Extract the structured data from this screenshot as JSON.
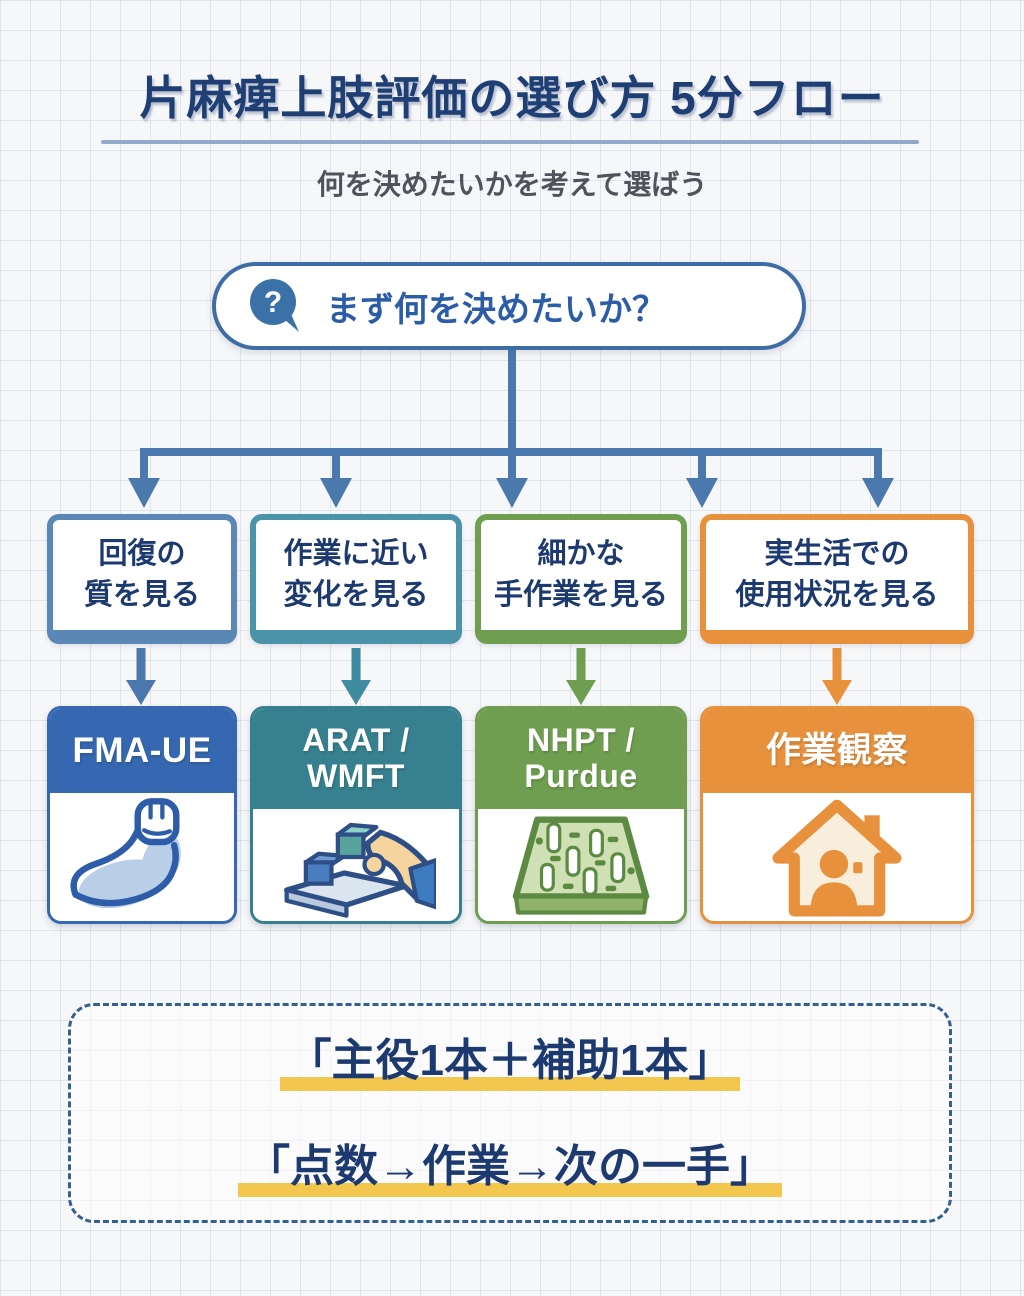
{
  "page": {
    "title": "片麻痺上肢評価の選び方 5分フロー",
    "subtitle": "何を決めたいかを考えて選ばう"
  },
  "question": {
    "icon": "question-speech-bubble-icon",
    "icon_glyph": "?",
    "label": "まず何を決めたいか？"
  },
  "branches": [
    {
      "box_line1": "回復の",
      "box_line2": "質を見る",
      "tool_line1": "FMA-UE",
      "tool_line2": "",
      "icon": "flexed-arm-icon",
      "border_color": "#5b87b5",
      "header_color": "#3568b0",
      "arrow_color": "#4b79ae"
    },
    {
      "box_line1": "作業に近い",
      "box_line2": "変化を見る",
      "tool_line1": "ARAT /",
      "tool_line2": "WMFT",
      "icon": "hand-grasping-blocks-icon",
      "border_color": "#4b93a8",
      "header_color": "#37808f",
      "arrow_color": "#3f8ba0"
    },
    {
      "box_line1": "細かな",
      "box_line2": "手作業を見る",
      "tool_line1": "NHPT /",
      "tool_line2": "Purdue",
      "icon": "pegboard-icon",
      "border_color": "#6f9e50",
      "header_color": "#6f9e50",
      "arrow_color": "#6f9e50"
    },
    {
      "box_line1": "実生活での",
      "box_line2": "使用状況を見る",
      "tool_line1": "作業観察",
      "tool_line2": "",
      "icon": "house-with-person-icon",
      "border_color": "#e8913d",
      "header_color": "#e8913d",
      "arrow_color": "#e8913d"
    }
  ],
  "summary": {
    "line1": "「主役1本＋補助1本」",
    "line2": "「点数→作業→次の一手」",
    "highlight_color": "#f3c64e"
  },
  "colors": {
    "title_text": "#1f3e74",
    "title_rule": "#93a9c9",
    "subtitle_text": "#4f545c",
    "body_text_navy": "#1d3a70",
    "bubble_border": "#3e6da6",
    "bubble_text": "#2b5ca8",
    "question_icon": "#3a72a8",
    "connector_blue": "#4b79ae",
    "summary_border": "#33608f",
    "background": "#f6f7f9"
  }
}
